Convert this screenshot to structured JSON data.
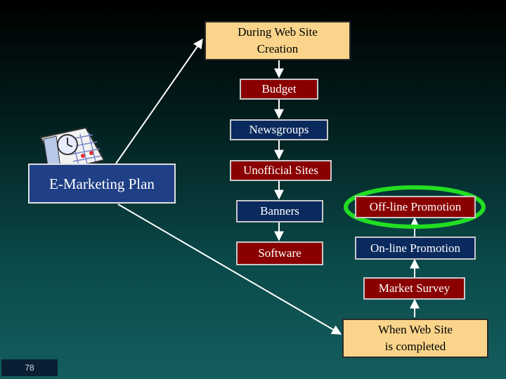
{
  "diagram": {
    "during_creation": "During Web Site\nCreation",
    "budget": "Budget",
    "newsgroups": "Newsgroups",
    "unofficial_sites": "Unofficial Sites",
    "banners": "Banners",
    "software": "Software",
    "emarketing_plan": "E-Marketing Plan",
    "offline_promotion": "Off-line Promotion",
    "online_promotion": "On-line Promotion",
    "market_survey": "Market Survey",
    "when_completed": "When Web Site\nis completed"
  },
  "icons": {
    "clip_art": "calendar-clock-icon",
    "highlight": "green-oval-highlight"
  },
  "colors": {
    "orange_box": "#f9d48a",
    "red_box": "#8a0000",
    "navy_box": "#0a2a5e",
    "plan_box": "#1f3f86",
    "highlight": "#22dd22"
  },
  "footer": {
    "page_number": "78"
  }
}
